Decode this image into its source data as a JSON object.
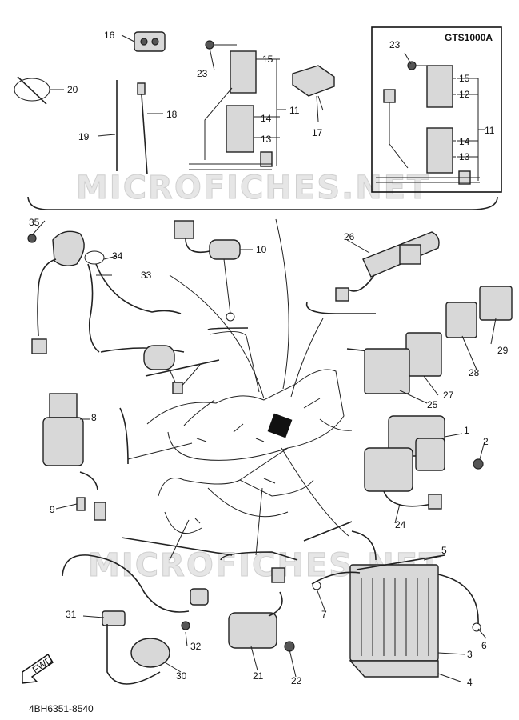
{
  "diagram": {
    "model_box_title": "GTS1000A",
    "footer_code": "4BH6351-8540",
    "fwd_label": "FWD",
    "watermark_top": "MICROFICHES.NET",
    "watermark_bottom": "MICROFICHES.NET",
    "callouts": {
      "c1": "1",
      "c2": "2",
      "c3": "3",
      "c4": "4",
      "c5": "5",
      "c6": "6",
      "c7": "7",
      "c8": "8",
      "c9": "9",
      "c10": "10",
      "c11": "11",
      "c11b": "11",
      "c12": "12",
      "c13": "13",
      "c13b": "13",
      "c14": "14",
      "c14b": "14",
      "c15": "15",
      "c15b": "15",
      "c16": "16",
      "c17": "17",
      "c18": "18",
      "c19": "19",
      "c20": "20",
      "c21": "21",
      "c22": "22",
      "c23": "23",
      "c23b": "23",
      "c24": "24",
      "c25": "25",
      "c26": "26",
      "c27": "27",
      "c28": "28",
      "c29": "29",
      "c30": "30",
      "c31": "31",
      "c32": "32",
      "c33": "33",
      "c34": "34",
      "c35": "35"
    }
  }
}
